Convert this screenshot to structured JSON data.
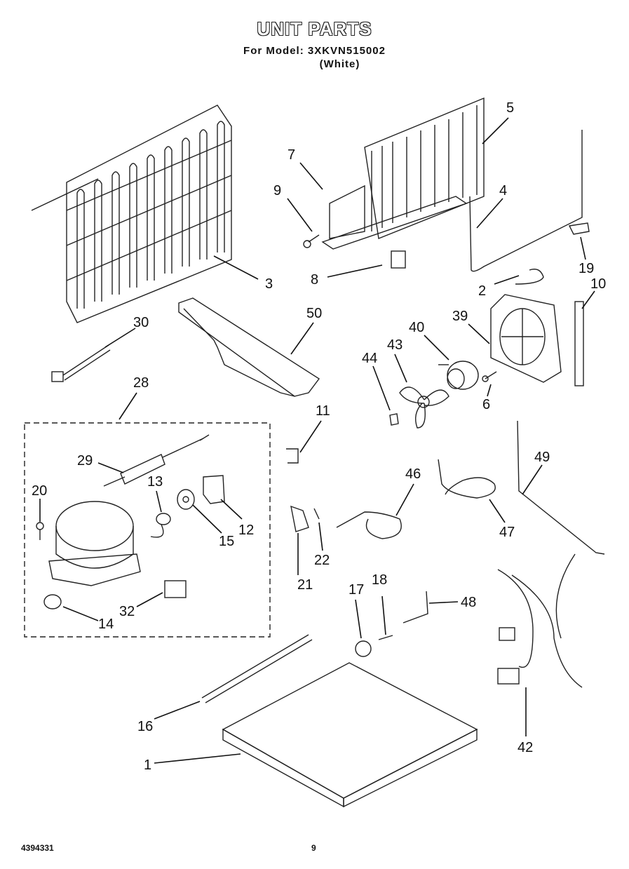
{
  "header": {
    "title": "UNIT PARTS",
    "model_line": "For Model: 3XKVN515002",
    "color_line": "(White)"
  },
  "footer": {
    "doc_number": "4394331",
    "page_number": "9"
  },
  "callouts": [
    "1",
    "2",
    "3",
    "4",
    "5",
    "6",
    "7",
    "8",
    "9",
    "10",
    "11",
    "12",
    "13",
    "14",
    "15",
    "16",
    "17",
    "18",
    "19",
    "20",
    "21",
    "22",
    "28",
    "29",
    "30",
    "32",
    "39",
    "40",
    "42",
    "43",
    "44",
    "46",
    "47",
    "48",
    "49",
    "50"
  ]
}
